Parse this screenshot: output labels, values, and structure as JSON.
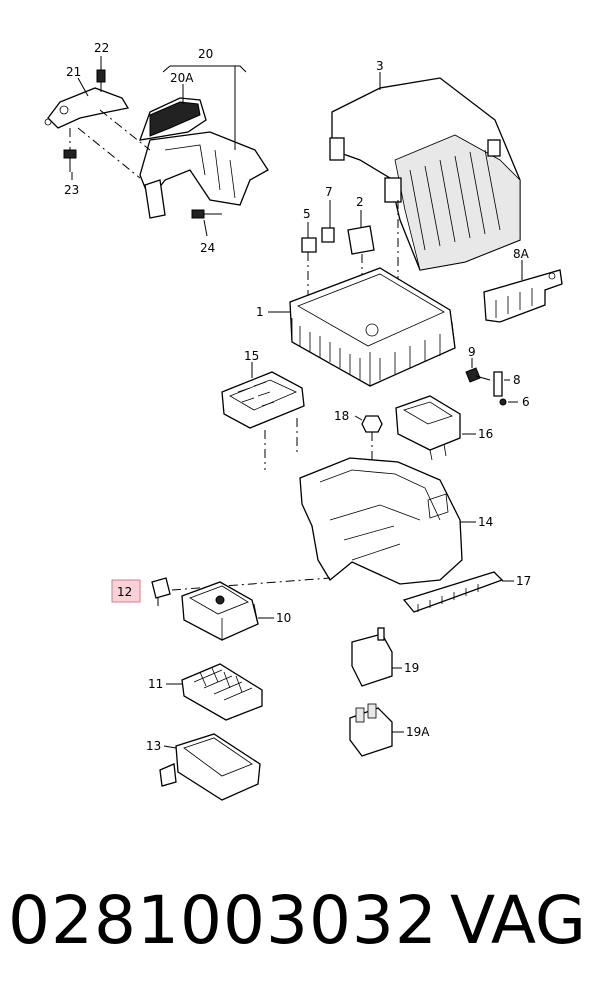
{
  "labels": {
    "l1": "1",
    "l2": "2",
    "l3": "3",
    "l5": "5",
    "l6": "6",
    "l7": "7",
    "l8": "8",
    "l8a": "8A",
    "l9": "9",
    "l10": "10",
    "l11": "11",
    "l12": "12",
    "l13": "13",
    "l14": "14",
    "l15": "15",
    "l16": "16",
    "l17": "17",
    "l18": "18",
    "l19": "19",
    "l19a": "19A",
    "l20": "20",
    "l20a": "20A",
    "l21": "21",
    "l22": "22",
    "l23": "23",
    "l24": "24"
  },
  "highlight": {
    "part": "12",
    "fill": "#f7d3d8",
    "stroke": "#d77b89"
  },
  "footer": {
    "part_number": "0281003032",
    "brand": "VAG"
  }
}
